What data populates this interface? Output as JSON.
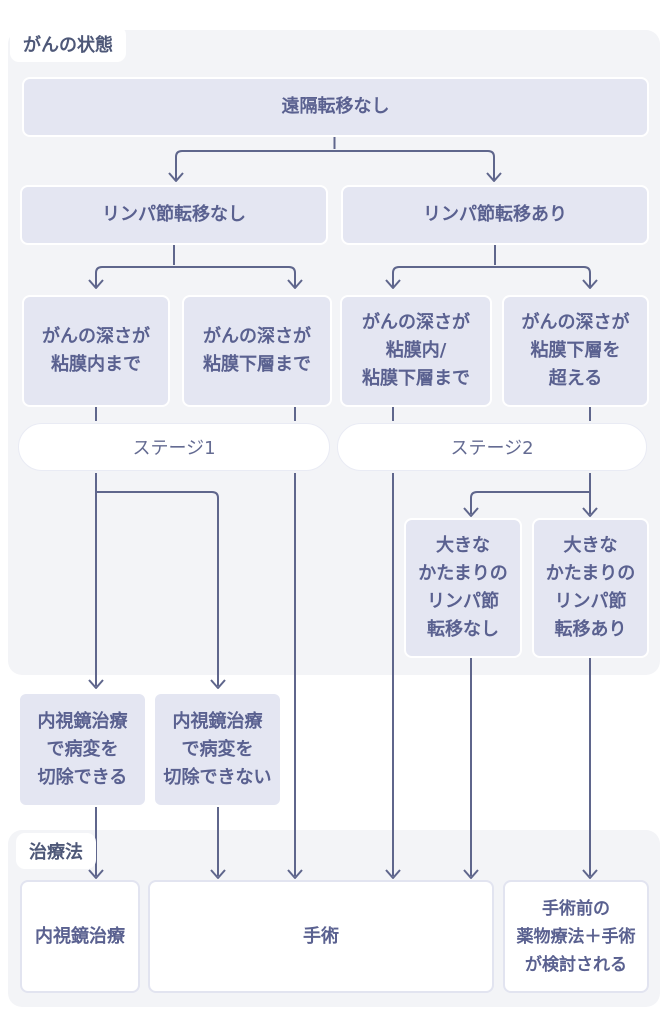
{
  "diagram": {
    "sections": {
      "state_label": "がんの状態",
      "treatment_label": "治療法"
    },
    "nodes": {
      "distant": "遠隔転移なし",
      "lymph_no": "リンパ節転移なし",
      "lymph_yes": "リンパ節転移あり",
      "depth_mucosa": "がんの深さが\n粘膜内まで",
      "depth_submucosa": "がんの深さが\n粘膜下層まで",
      "depth_mucosa_or_submucosa": "がんの深さが\n粘膜内/\n粘膜下層まで",
      "depth_beyond_submucosa": "がんの深さが\n粘膜下層を\n超える",
      "stage1": "ステージ1",
      "stage2": "ステージ2",
      "bulky_lymph_no": "大きな\nかたまりの\nリンパ節\n転移なし",
      "bulky_lymph_yes": "大きな\nかたまりの\nリンパ節\n転移あり",
      "endoscopic_resectable": "内視鏡治療\nで病変を\n切除できる",
      "endoscopic_unresectable": "内視鏡治療\nで病変を\n切除できない",
      "treatment_endoscopic": "内視鏡治療",
      "treatment_surgery": "手術",
      "treatment_chemo_surgery": "手術前の\n薬物療法＋手術\nが検討される"
    },
    "colors": {
      "section_bg": "#f3f4f7",
      "node_fill": "#e4e6f2",
      "node_text": "#5a6190",
      "label_text": "#4e5878",
      "line": "#5f668c",
      "pill_border": "#e9ebf4",
      "result_border": "#e2e4f0"
    }
  }
}
